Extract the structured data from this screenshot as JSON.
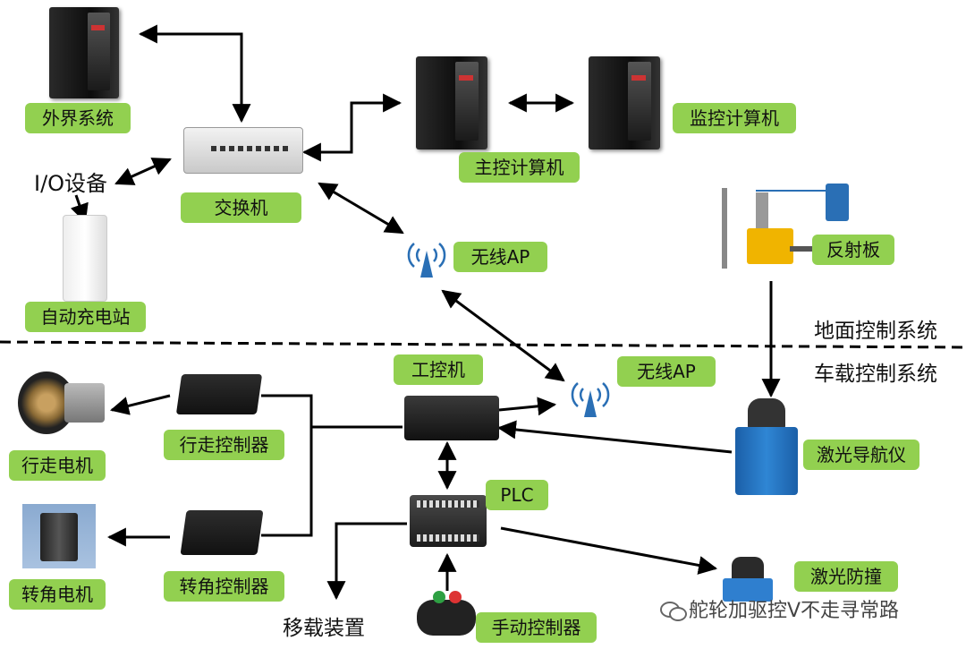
{
  "labels": {
    "external_system": "外界系统",
    "io_device": "I/O设备",
    "switch": "交换机",
    "charging_station": "自动充电站",
    "main_computer": "主控计算机",
    "monitor_computer": "监控计算机",
    "wireless_ap_top": "无线AP",
    "reflector": "反射板",
    "ground_control": "地面控制系统",
    "vehicle_control": "车载控制系统",
    "ipc": "工控机",
    "wireless_ap_bottom": "无线AP",
    "drive_controller": "行走控制器",
    "drive_motor": "行走电机",
    "steer_controller": "转角控制器",
    "steer_motor": "转角电机",
    "plc": "PLC",
    "laser_nav": "激光导航仪",
    "laser_anticollision": "激光防撞",
    "transfer_device": "移载装置",
    "manual_controller": "手动控制器",
    "watermark": "舵轮加驱控V不走寻常路"
  },
  "icons": {
    "wifi": "wireless-ap-icon",
    "tower": "computer-tower-icon"
  },
  "colors": {
    "label_bg": "#92D050",
    "arrow": "#000000"
  }
}
